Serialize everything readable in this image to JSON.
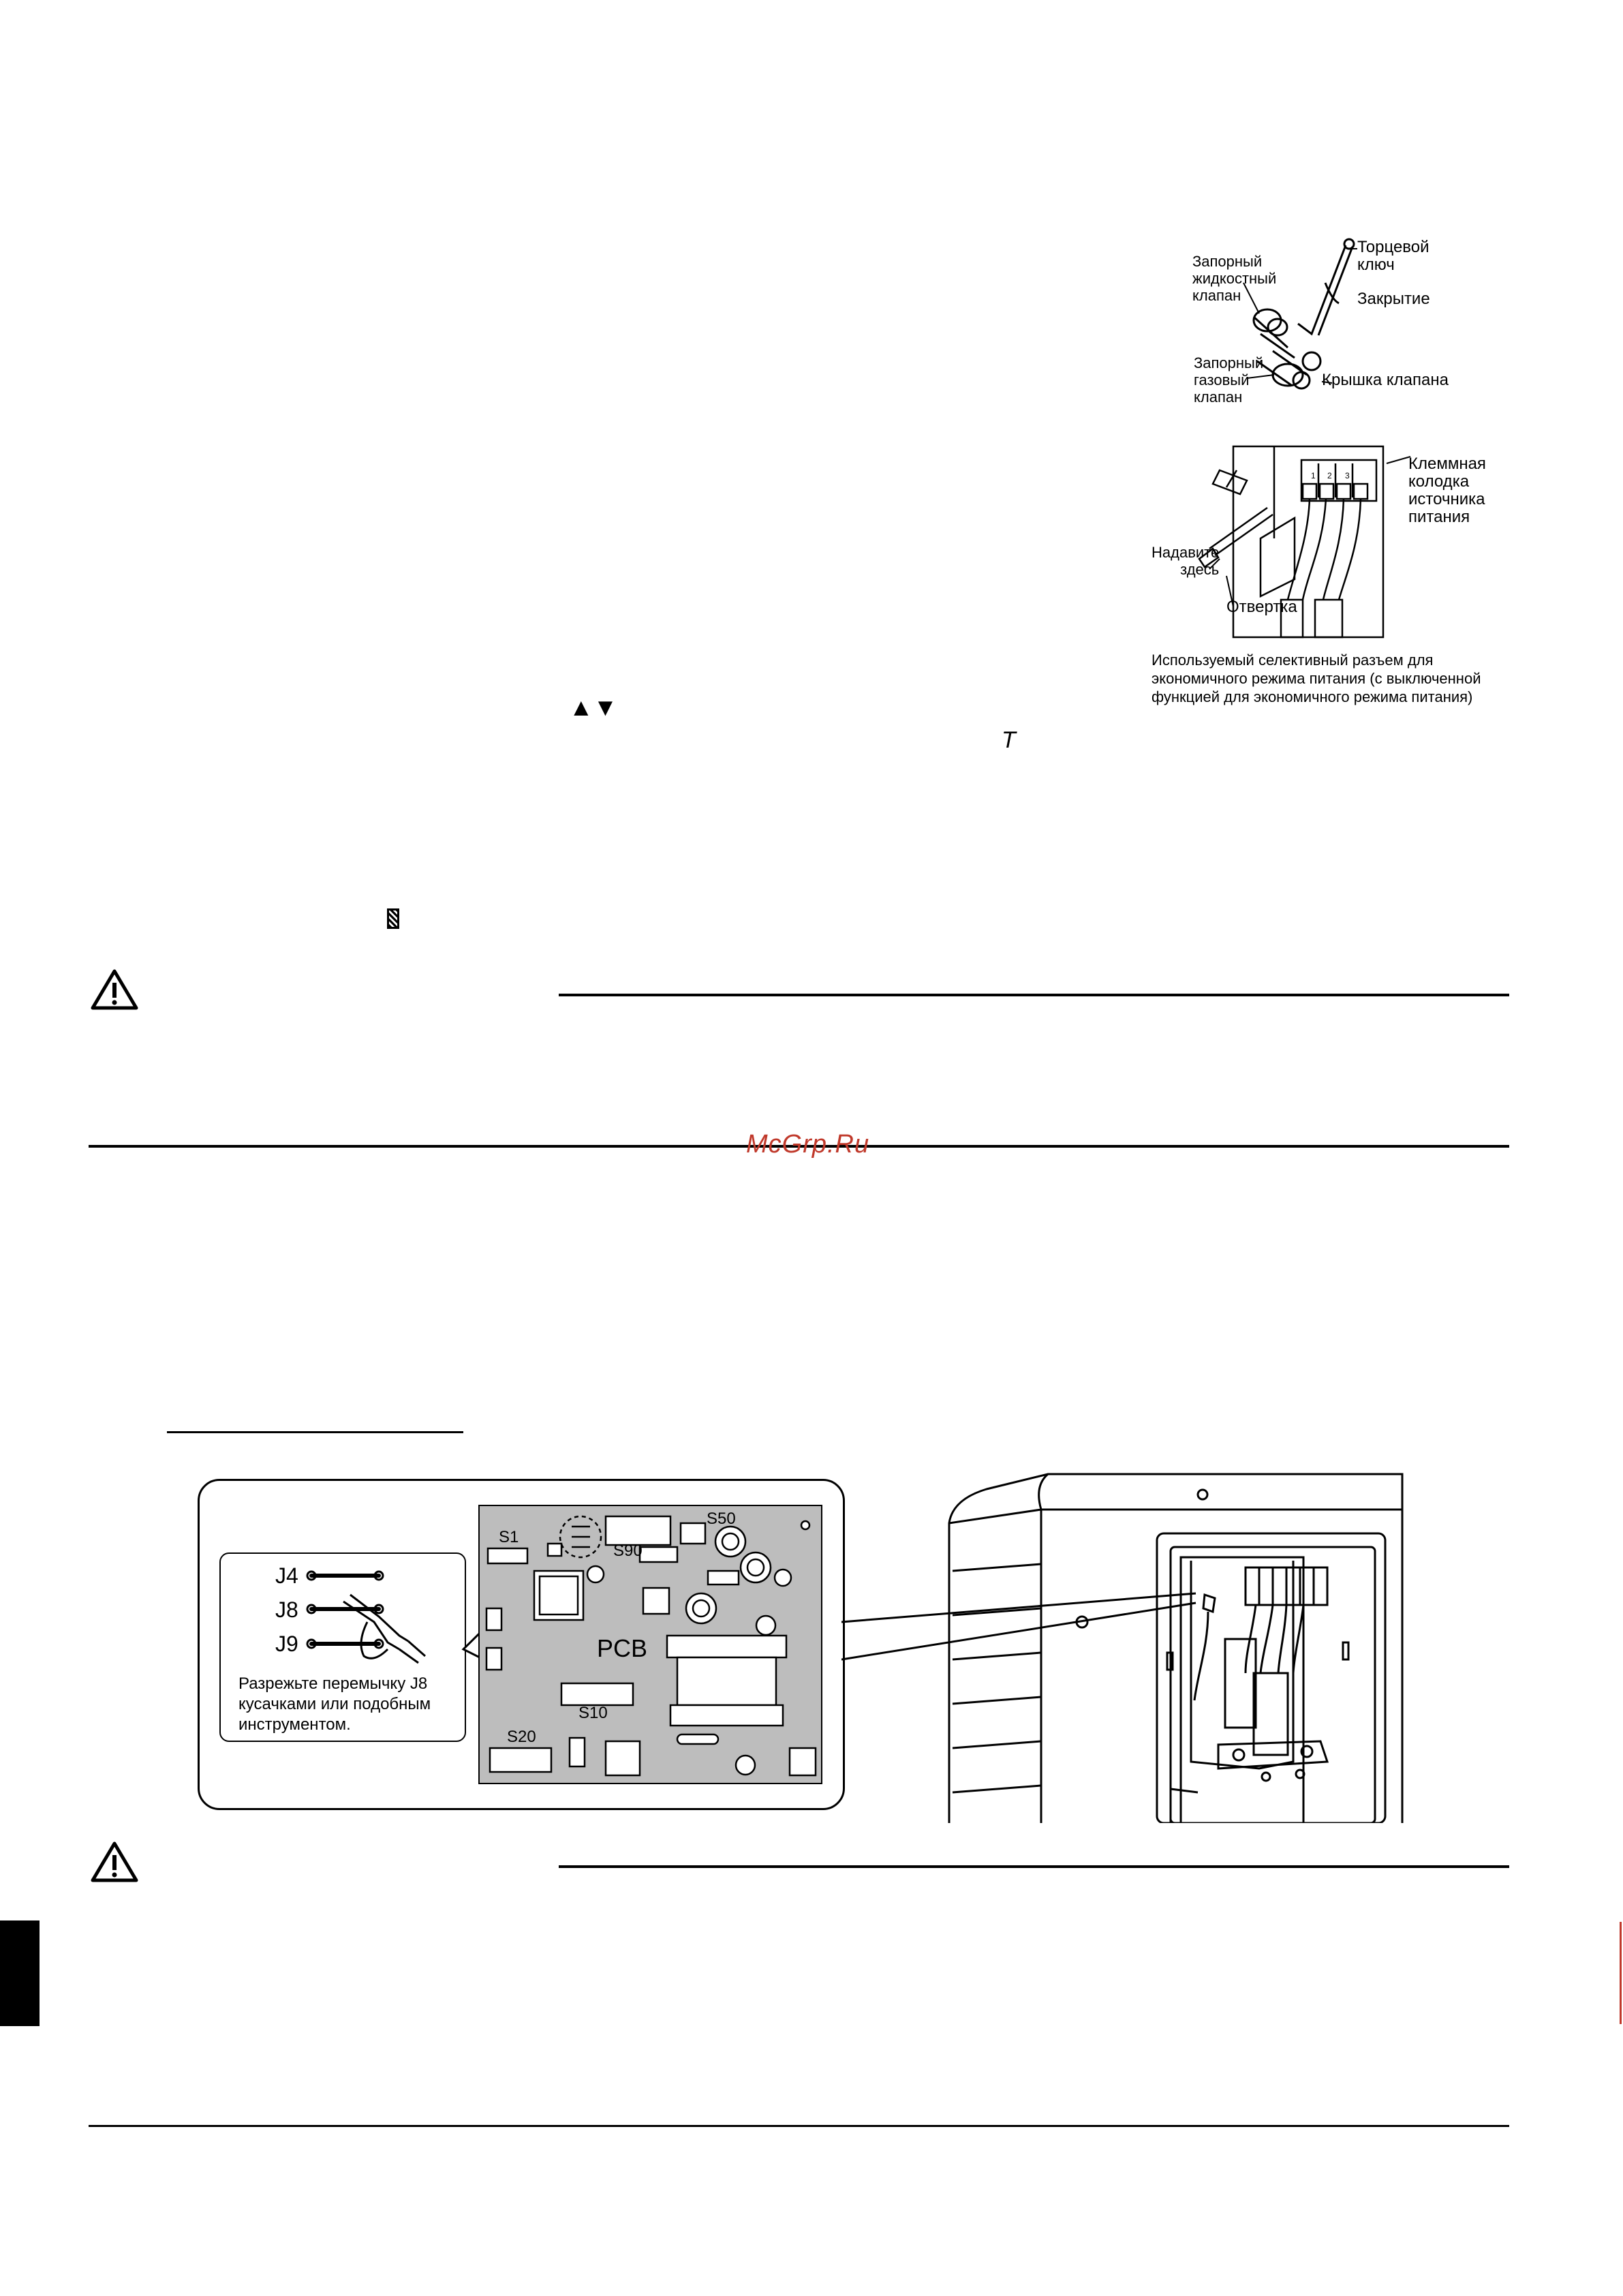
{
  "figure_valves": {
    "socket_key_label": "Торцевой\nключ",
    "liquid_valve_label": "Запорный\nжидкостный\nклапан",
    "closing_label": "Закрытие",
    "gas_valve_label": "Запорный\nгазовый\nклапан",
    "valve_cap_label": "Крышка клапана"
  },
  "figure_terminal": {
    "terminal_block_label": "Клеммная\nколодка\nисточника\nпитания",
    "press_here_label": "Надавите\nздесь",
    "screwdriver_label": "Отвертка",
    "caption": "Используемый селективный разъем для\nэкономичного режима питания (с выключенной\nфункцией для экономичного режима питания)"
  },
  "symbols": {
    "up_down_arrows": "▲▼",
    "t_symbol": "T"
  },
  "watermark": "McGrp.Ru",
  "pcb_figure": {
    "jumper_j4": "J4",
    "jumper_j8": "J8",
    "jumper_j9": "J9",
    "cut_instruction": "Разрежьте перемычку J8\nкусачками или подобным\nинструментом.",
    "connector_s1": "S1",
    "connector_s90": "S90",
    "connector_s50": "S50",
    "board_label": "PCB",
    "connector_s10": "S10",
    "connector_s20": "S20"
  },
  "terminal_numbers": [
    "1",
    "2",
    "3"
  ]
}
